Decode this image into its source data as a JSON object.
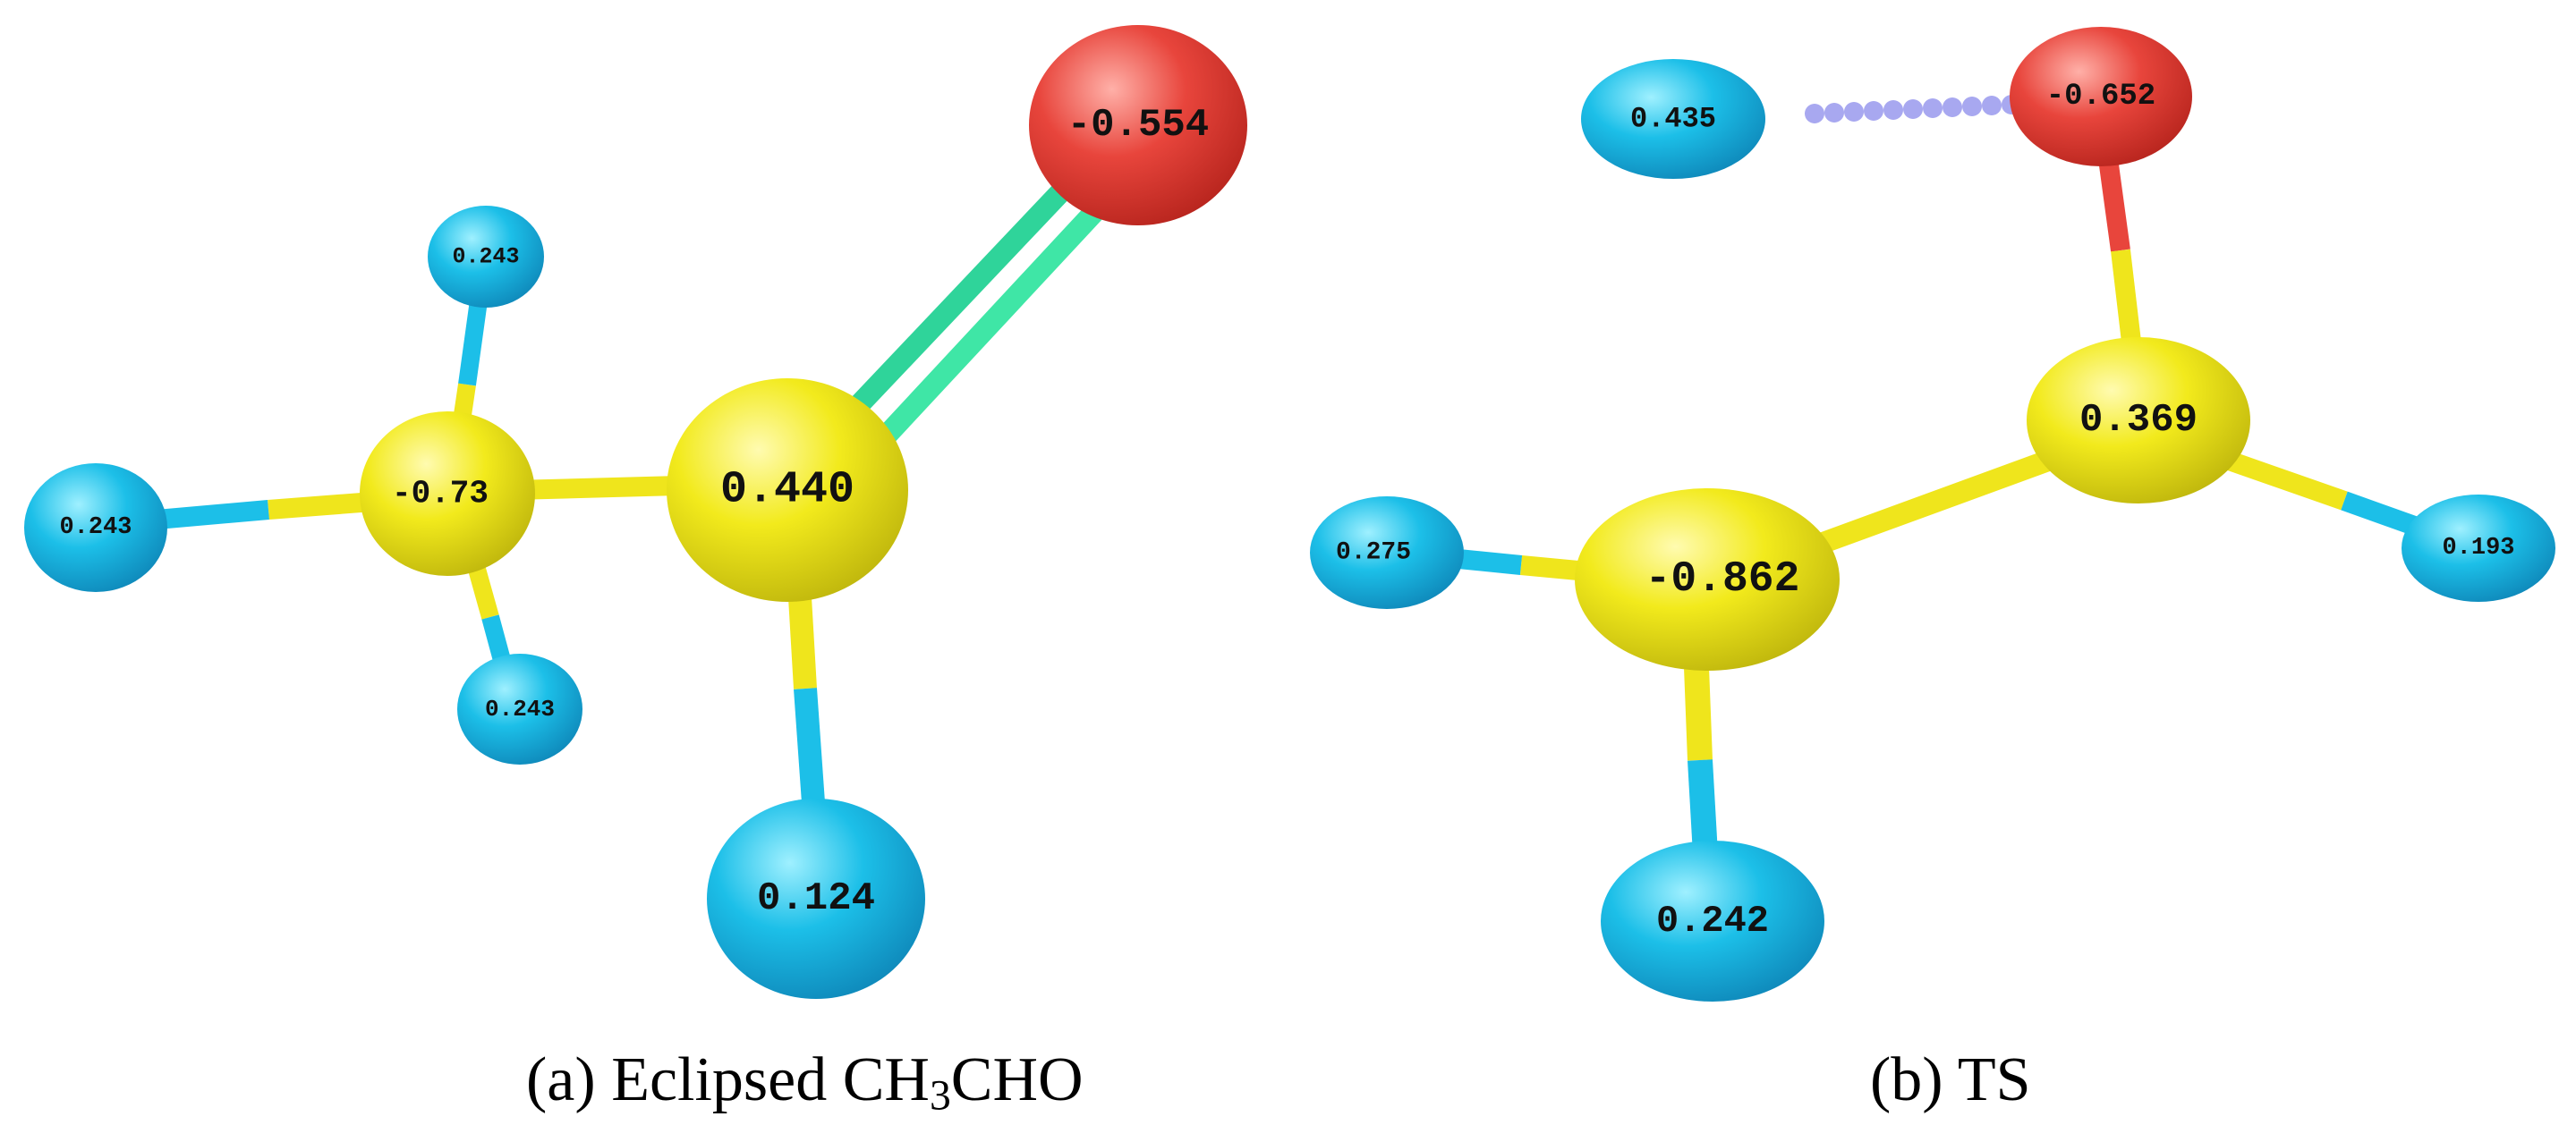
{
  "colors": {
    "hydrogen": "#1cbfe8",
    "carbon": "#f2ea1c",
    "oxygen": "#e8453c",
    "double_bond": "#33dd99",
    "hydrogen_bond": "#a8a8f0",
    "background": "#ffffff"
  },
  "panel_a": {
    "caption_prefix": "(a) Eclipsed CH",
    "caption_subscript": "3",
    "caption_suffix": "CHO",
    "atoms": [
      {
        "id": "O",
        "element": "oxygen",
        "charge": "-0.554"
      },
      {
        "id": "C1",
        "element": "carbon",
        "charge": "0.440"
      },
      {
        "id": "C2",
        "element": "carbon",
        "charge": "-0.73"
      },
      {
        "id": "H1",
        "element": "hydrogen",
        "charge": "0.243"
      },
      {
        "id": "H2",
        "element": "hydrogen",
        "charge": "0.243"
      },
      {
        "id": "H3",
        "element": "hydrogen",
        "charge": "0.243"
      },
      {
        "id": "H4",
        "element": "hydrogen",
        "charge": "0.124"
      }
    ]
  },
  "panel_b": {
    "caption": "(b) TS",
    "atoms": [
      {
        "id": "O",
        "element": "oxygen",
        "charge": "-0.652"
      },
      {
        "id": "C1",
        "element": "carbon",
        "charge": "0.369"
      },
      {
        "id": "C2",
        "element": "carbon",
        "charge": "-0.862"
      },
      {
        "id": "H1",
        "element": "hydrogen",
        "charge": "0.435"
      },
      {
        "id": "H2",
        "element": "hydrogen",
        "charge": "0.275"
      },
      {
        "id": "H3",
        "element": "hydrogen",
        "charge": "0.193"
      },
      {
        "id": "H4",
        "element": "hydrogen",
        "charge": "0.242"
      }
    ]
  }
}
